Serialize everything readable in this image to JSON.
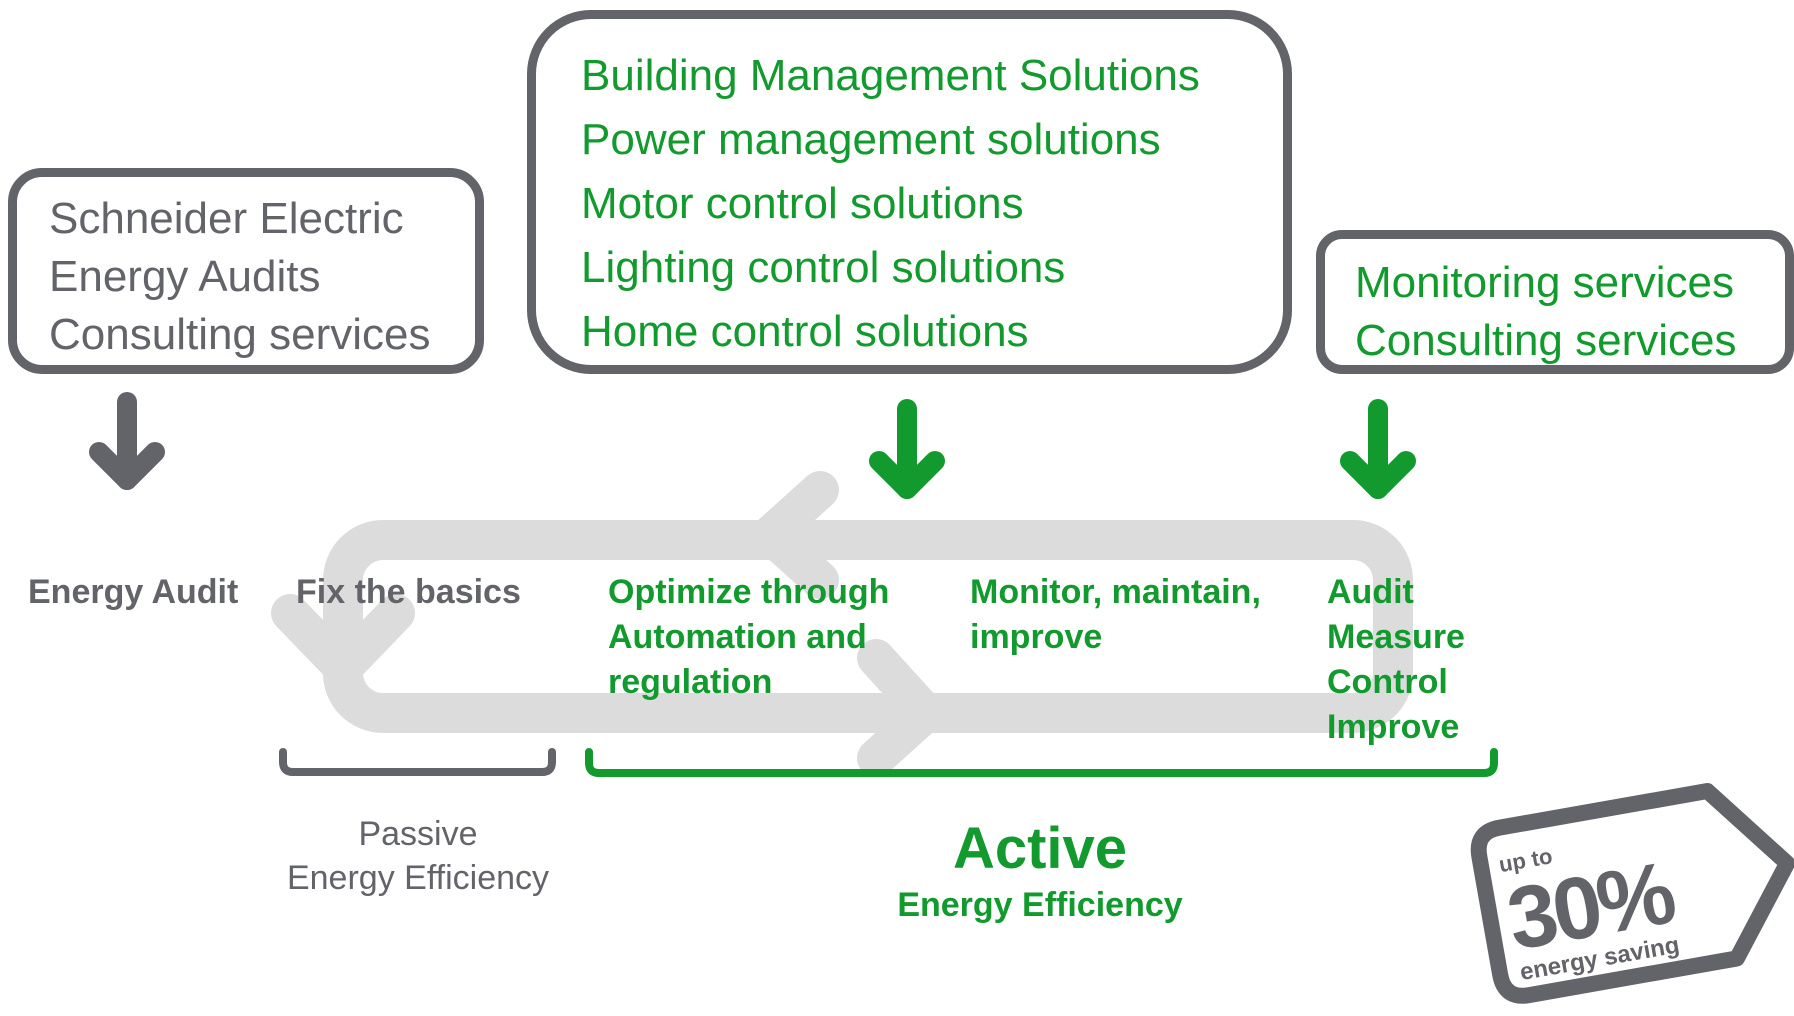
{
  "boxes": {
    "left": {
      "lines": [
        "Schneider Electric",
        "Energy Audits",
        "Consulting services"
      ]
    },
    "center": {
      "lines": [
        "Building Management Solutions",
        "Power management solutions",
        "Motor control solutions",
        "Lighting control solutions",
        "Home control solutions"
      ]
    },
    "right": {
      "lines": [
        "Monitoring services",
        "Consulting services"
      ]
    }
  },
  "steps": {
    "energy_audit": "Energy Audit",
    "fix_basics": "Fix the basics",
    "optimize": [
      "Optimize through",
      "Automation and",
      "regulation"
    ],
    "monitor": [
      "Monitor, maintain,",
      "improve"
    ],
    "audit": [
      "Audit",
      "Measure",
      "Control",
      "Improve"
    ]
  },
  "passive": {
    "line1": "Passive",
    "line2": "Energy Efficiency"
  },
  "active": {
    "title": "Active",
    "subtitle": "Energy Efficiency"
  },
  "tag": {
    "top": "up to",
    "value": "30%",
    "bottom": "energy saving"
  },
  "colors": {
    "gray": "#636469",
    "green": "#129a2e",
    "loop": "#dcdcdc"
  }
}
